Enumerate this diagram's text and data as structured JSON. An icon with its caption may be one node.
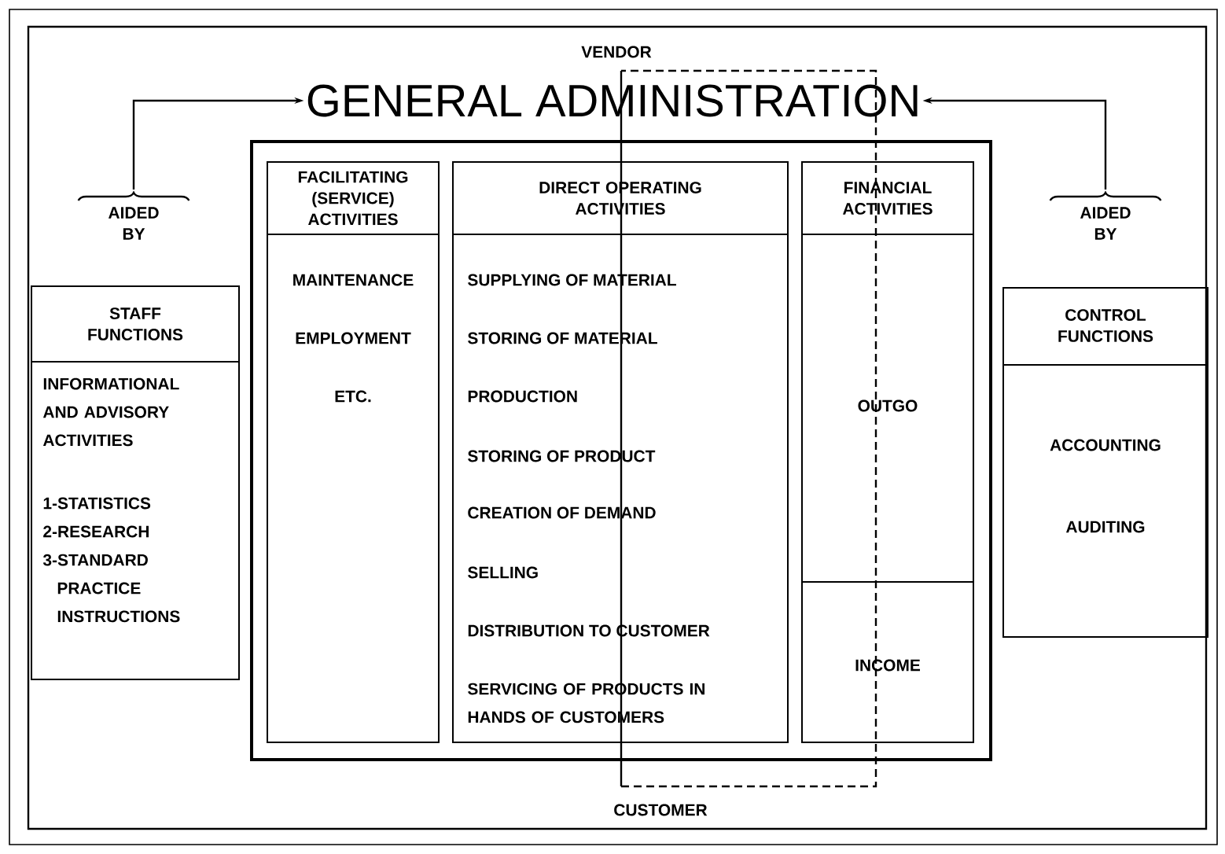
{
  "diagram": {
    "nodes": [
      {
        "text": [
          "GENERAL ADMINISTRATION"
        ]
      },
      {
        "text": [
          "AIDED BY"
        ]
      },
      {
        "text": [
          "AIDED BY"
        ]
      },
      {
        "text": [
          "STAFF FUNCTIONS",
          "INFORMATIONAL AND ADVISORY ACTIVITIES",
          "1-STATISTICS",
          "2-RESEARCH",
          "3-STANDARD PRACTICE INSTRUCTIONS"
        ]
      },
      {
        "text": [],
        "shape": "box"
      },
      {
        "text": [
          "FACILITATING (SERVICE) ACTIVITIES",
          "MAINTENANCE",
          "EMPLOYMENT",
          "ETC."
        ],
        "in": 4
      },
      {
        "text": [
          "DIRECT OPERATING ACTIVITIES",
          "SUPPLYING OF MATERIAL",
          "STORING OF MATERIAL",
          "PRODUCTION",
          "STORING OF PRODUCT",
          "CREATION OF DEMAND",
          "SELLING",
          "DISTRIBUTION TO CUSTOMER",
          "SERVICING OF PRODUCTS IN HANDS OF CUSTOMERS"
        ],
        "in": 4
      },
      {
        "text": [
          "FINANCIAL ACTIVITIES"
        ],
        "in": 4
      },
      {
        "text": [
          "OUTGO"
        ],
        "in": 7
      },
      {
        "text": [
          "INCOME"
        ],
        "in": 7
      },
      {
        "text": [
          "CONTROL FUNCTIONS",
          "ACCOUNTING",
          "AUDITING"
        ]
      }
    ],
    "edges": [
      {
        "from": 1,
        "to": 0,
        "arrow": "to"
      },
      {
        "from": 2,
        "to": 0,
        "arrow": "to"
      }
    ],
    "labels": [
      "VENDOR",
      "CUSTOMER"
    ]
  }
}
